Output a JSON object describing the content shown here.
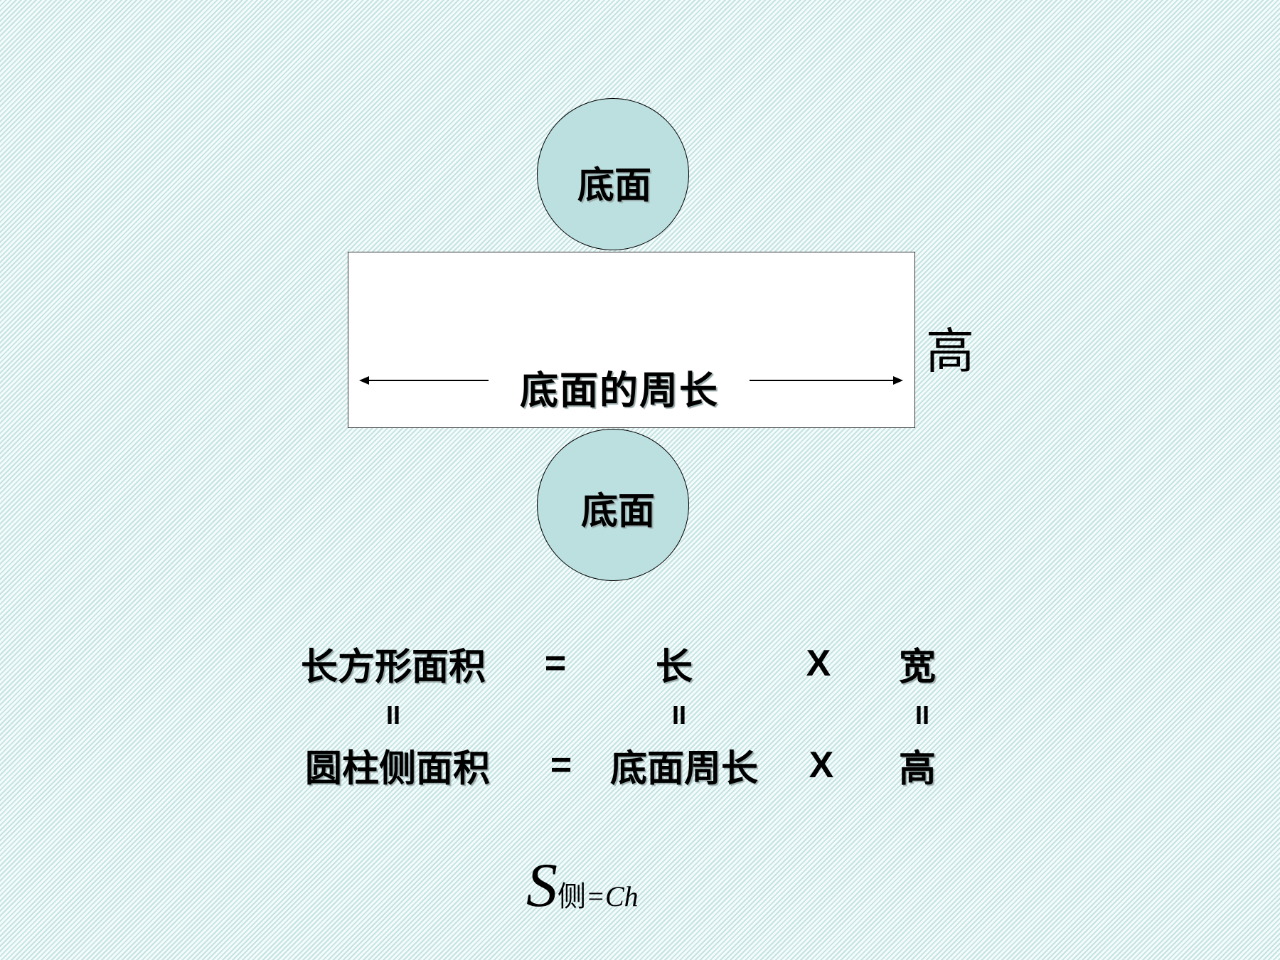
{
  "diagram": {
    "top_circle_label": "底面",
    "bottom_circle_label": "底面",
    "rect_width_label": "底面的周长",
    "rect_height_label": "高"
  },
  "equation": {
    "row1": {
      "lhs": "长方形面积",
      "eq": "=",
      "a": "长",
      "op": "X",
      "b": "宽"
    },
    "equals_marks": [
      "II",
      "II",
      "II"
    ],
    "row2": {
      "lhs": "圆柱侧面积",
      "eq": "=",
      "a": "底面周长",
      "op": "X",
      "b": "高"
    }
  },
  "formula": {
    "s": "S",
    "sub": "侧",
    "rhs": "=Ch"
  }
}
